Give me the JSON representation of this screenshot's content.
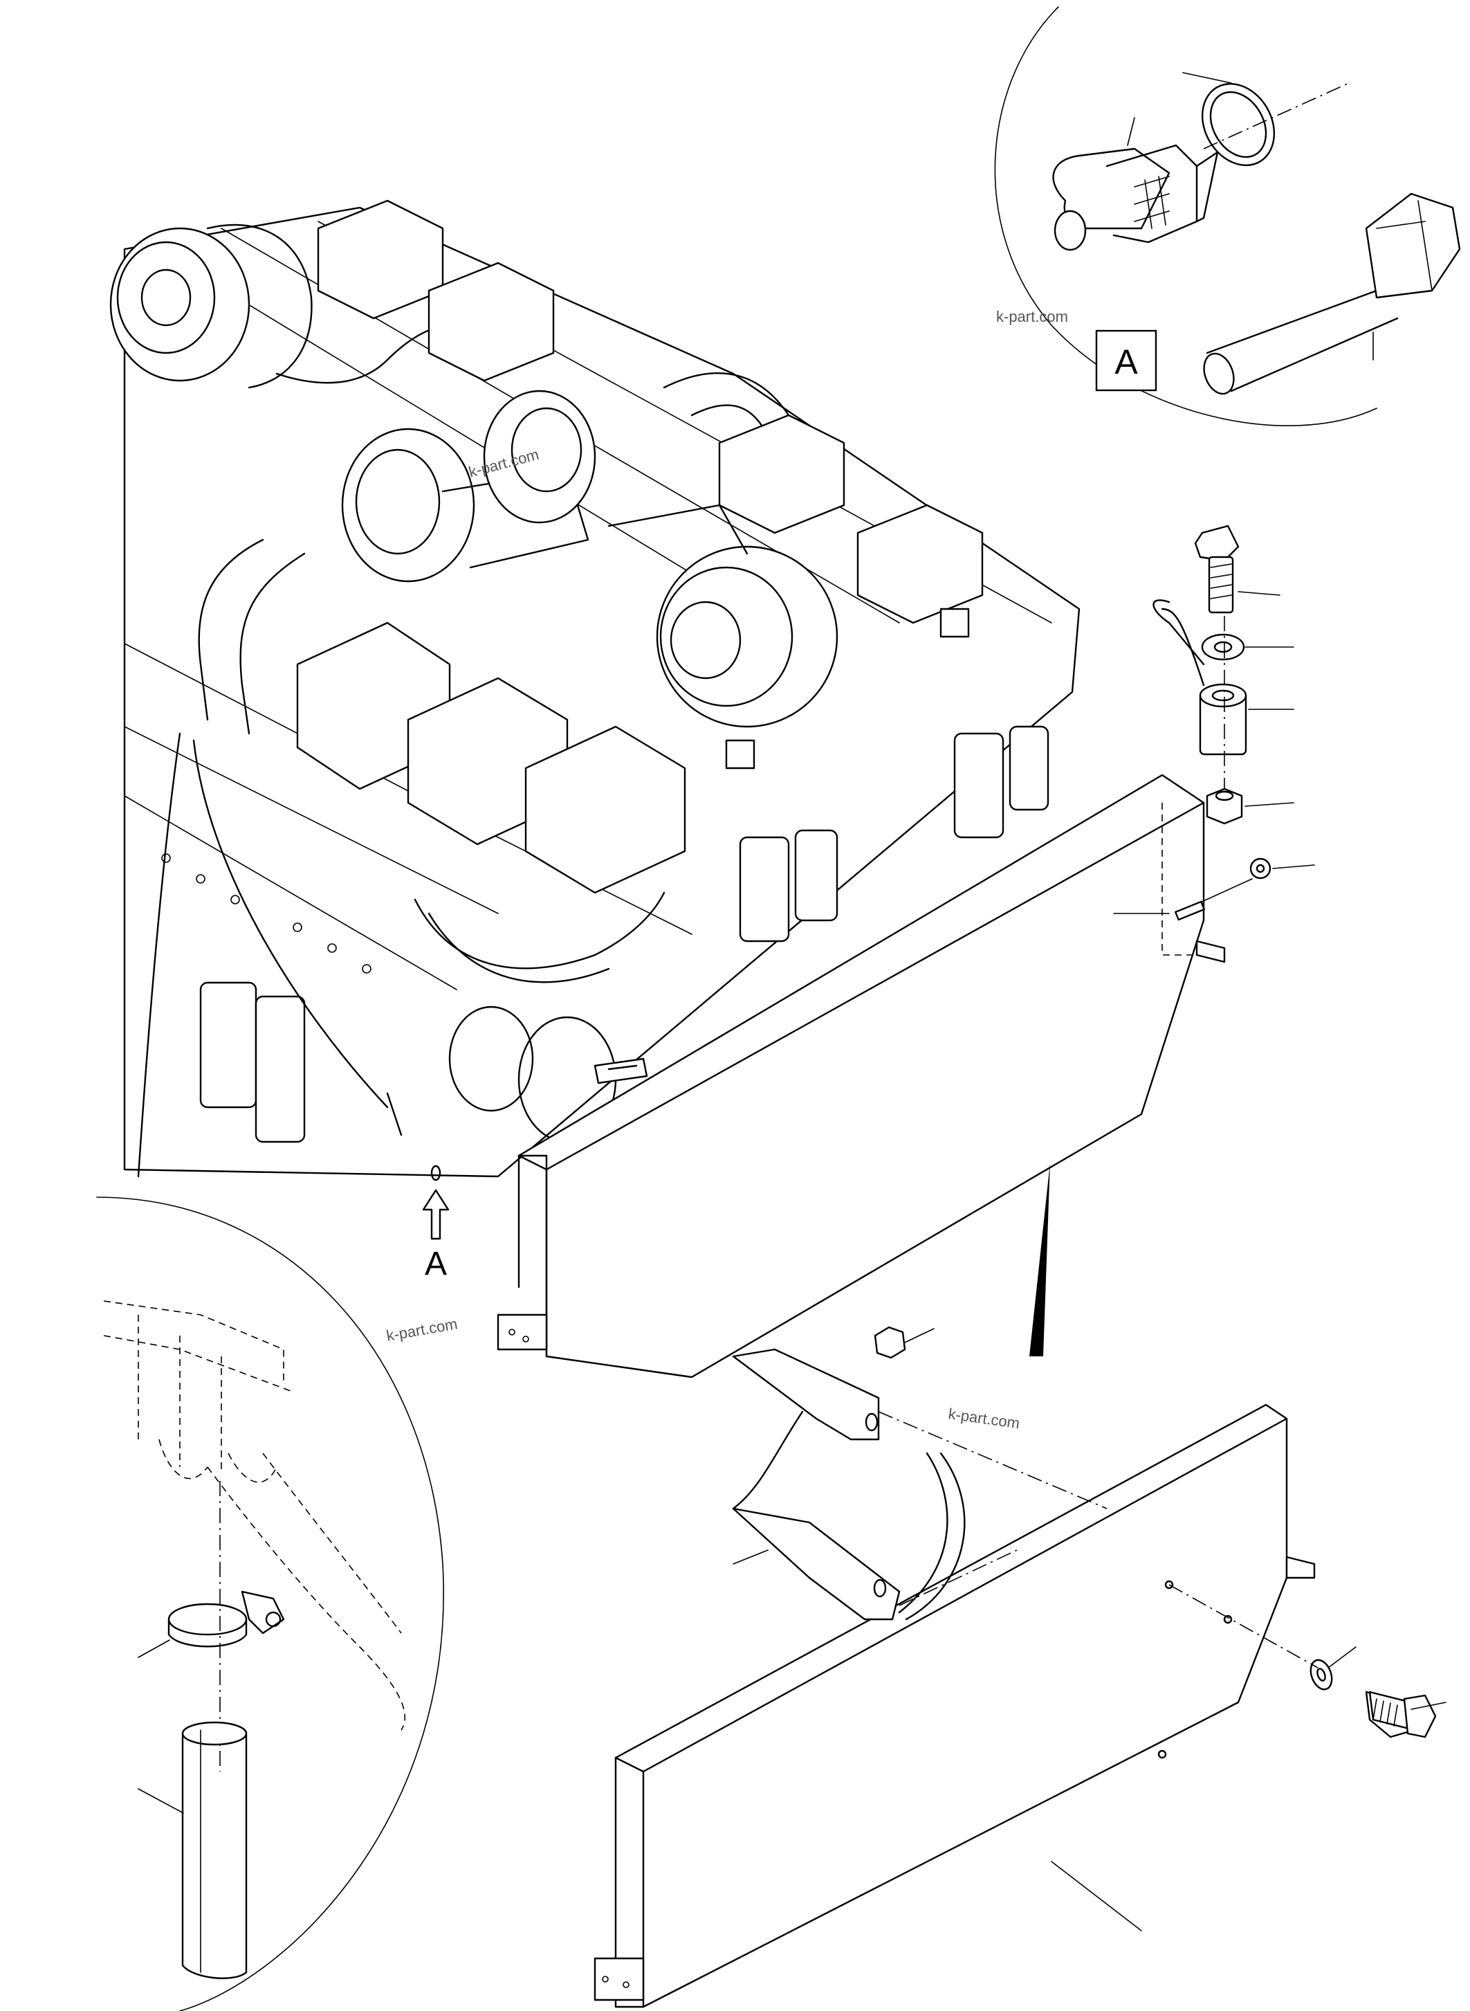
{
  "detail_label": "A",
  "view_arrow_label": "A",
  "watermark": "k-part.com"
}
